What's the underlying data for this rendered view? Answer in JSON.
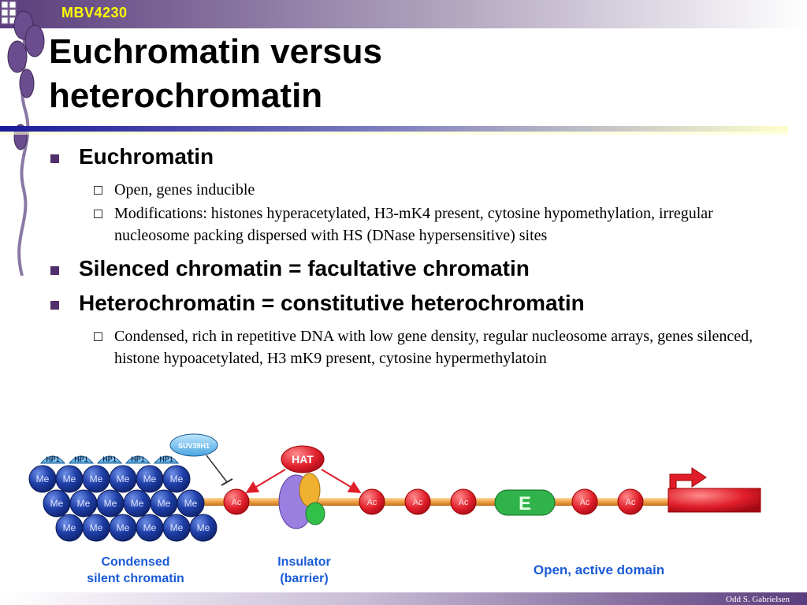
{
  "header": {
    "course": "MBV4230"
  },
  "title": {
    "line1": "Euchromatin versus",
    "line2": "heterochromatin"
  },
  "bullets": [
    {
      "text": "Euchromatin",
      "subs": [
        "Open, genes inducible",
        "Modifications: histones hyperacetylated, H3-mK4 present, cytosine hypomethylation, irregular nucleosome packing dispersed with HS (DNase hypersensitive) sites"
      ]
    },
    {
      "text": "Silenced chromatin = facultative chromatin",
      "subs": []
    },
    {
      "text": "Heterochromatin = constitutive heterochromatin",
      "subs": [
        "Condensed, rich in repetitive DNA with low gene density, regular nucleosome arrays, genes silenced, histone hypoacetylated, H3 mK9 present, cytosine hypermethylatoin"
      ]
    }
  ],
  "diagram": {
    "hp1_label": "HP1",
    "me_label": "Me",
    "suv_label": "SUV39H1",
    "hat_label": "HAT",
    "ac_label": "Ac",
    "enhancer_label": "E",
    "condensed_label_1": "Condensed",
    "condensed_label_2": "silent chromatin",
    "insulator_label_1": "Insulator",
    "insulator_label_2": "(barrier)",
    "open_label": "Open, active domain"
  },
  "footer": {
    "author": "Odd S. Gabrielsen"
  },
  "colors": {
    "purple": "#6b4c8f",
    "nucleosome_blue": "#1f3fa8",
    "ac_red": "#e01e2a",
    "dna_orange": "#f0a040",
    "enhancer_green": "#2fb34a",
    "label_blue": "#1a5bd6"
  }
}
